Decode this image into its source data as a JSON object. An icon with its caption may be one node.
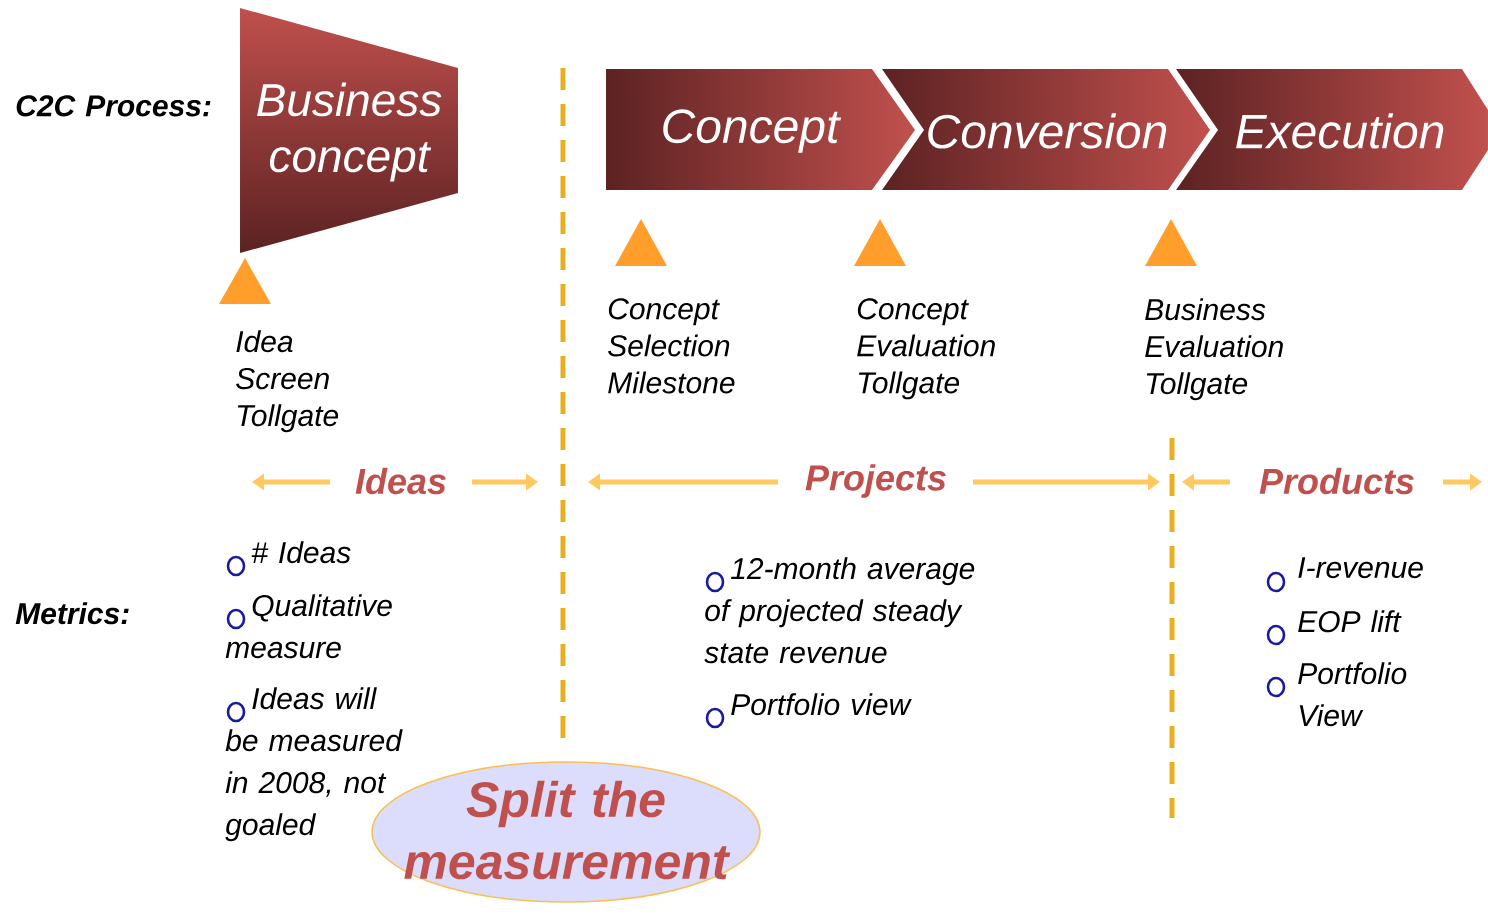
{
  "diagram": {
    "nodes": [
      {
        "text": [
          "Business concept"
        ]
      },
      {
        "text": [
          "Concept"
        ]
      },
      {
        "text": [
          "Conversion"
        ]
      },
      {
        "text": [
          "Execution"
        ]
      },
      {
        "text": [
          "Split the measurement"
        ]
      }
    ],
    "labels": [
      "C2C Process:",
      "Idea Screen Tollgate",
      "Concept Selection Milestone",
      "Concept Evaluation Tollgate",
      "Business Evaluation Tollgate",
      "Ideas",
      "Projects",
      "Products",
      "Metrics:",
      "# Ideas",
      "Qualitative measure",
      "Ideas will be measured in 2008, not goaled",
      "12-month average of projected steady state revenue",
      "Portfolio view",
      "I-revenue",
      "EOP lift",
      "Portfolio View"
    ]
  }
}
